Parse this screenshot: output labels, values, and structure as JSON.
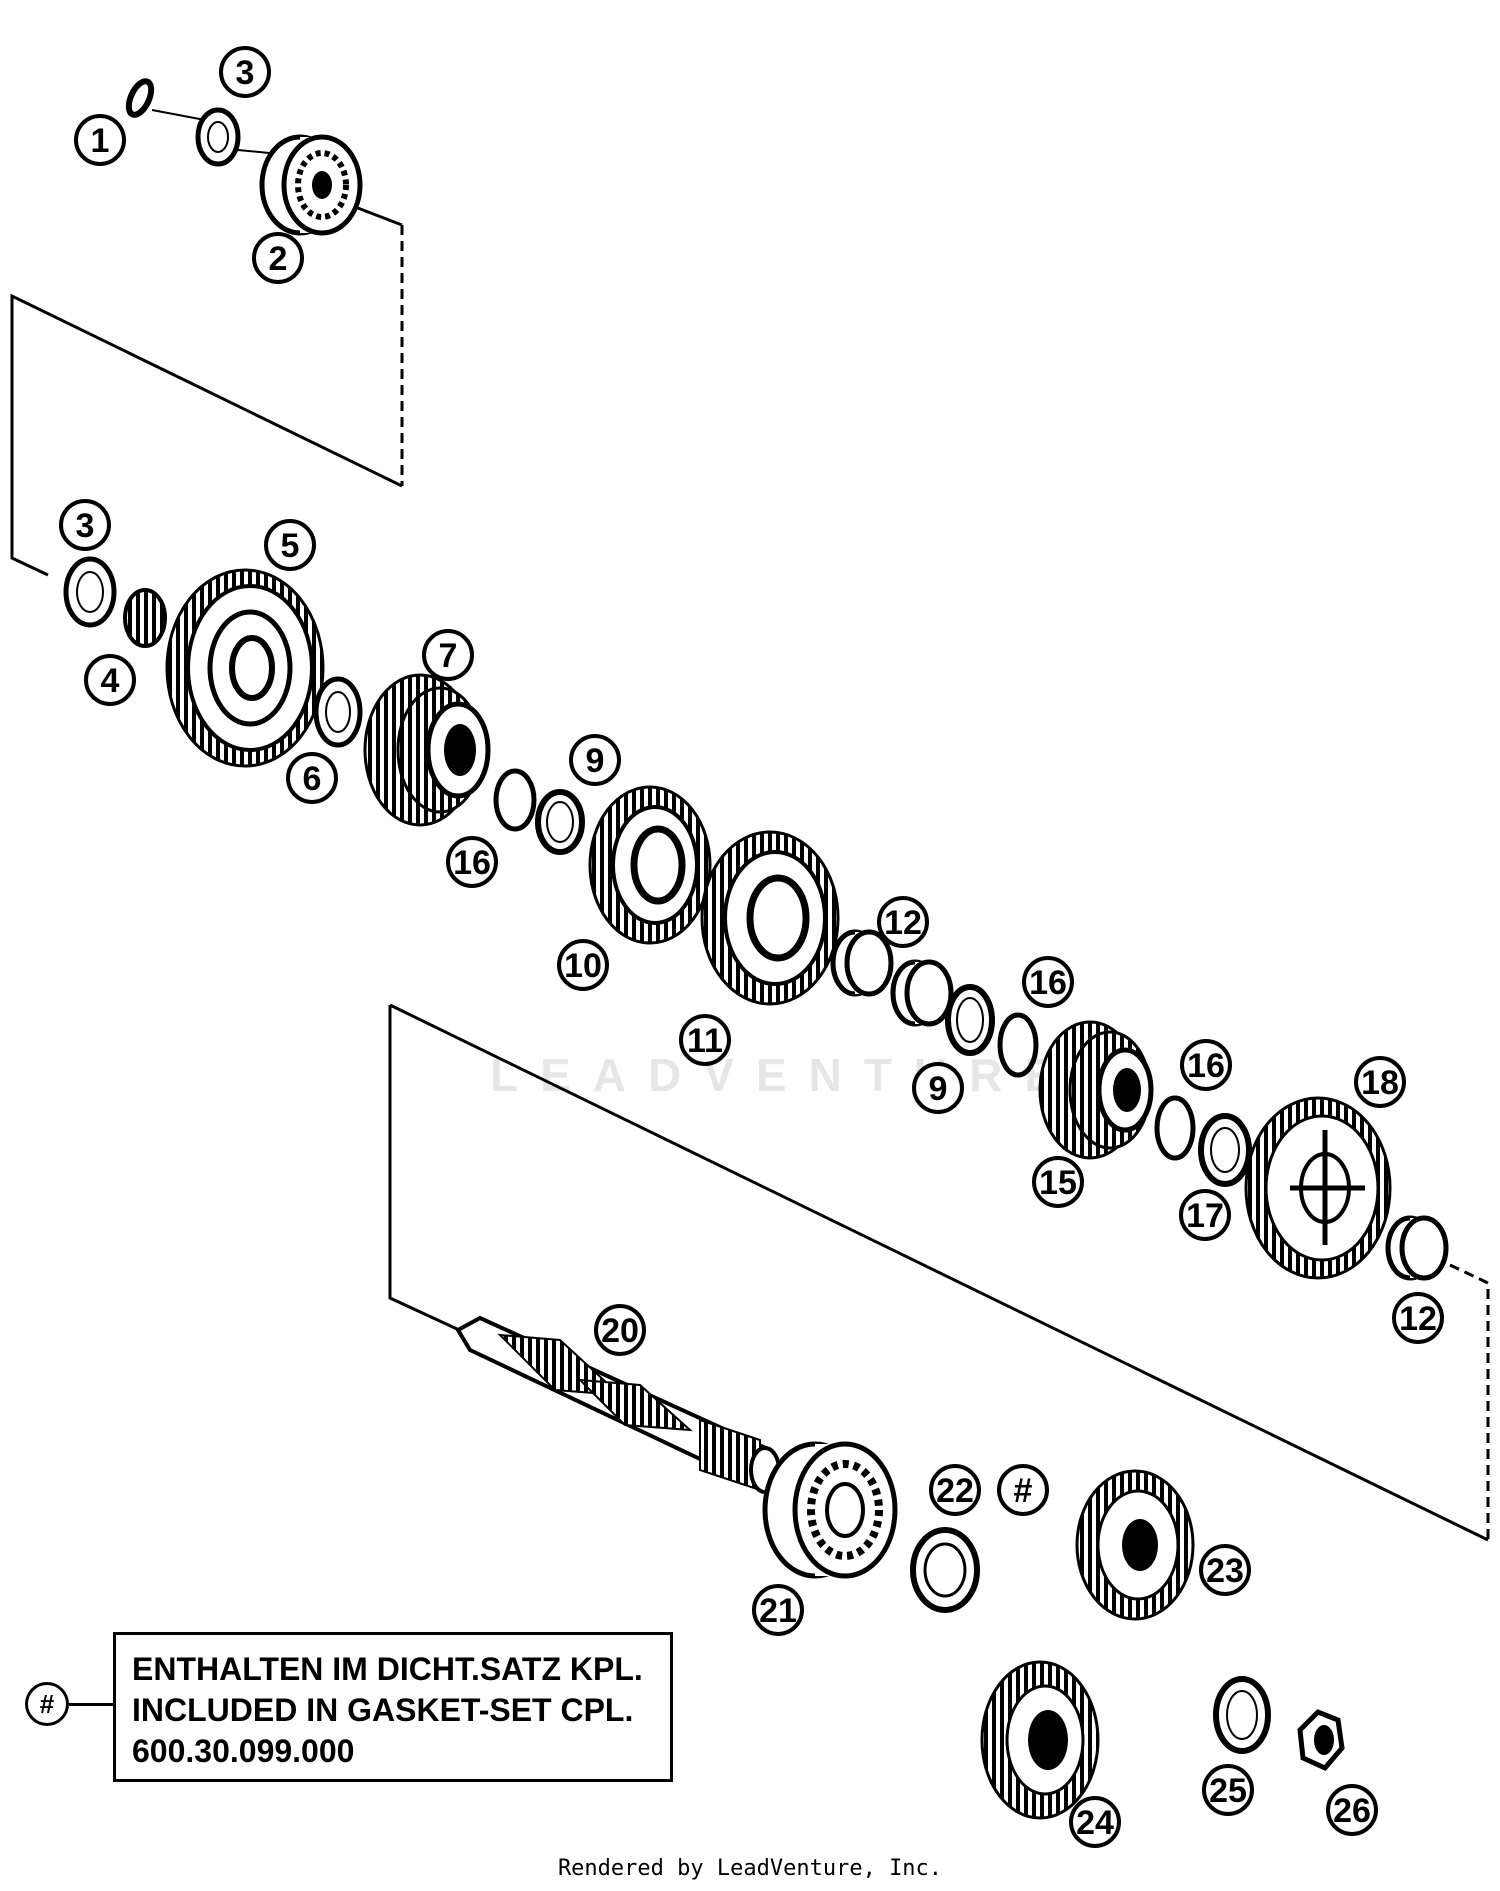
{
  "watermark": "LEADVENTURE",
  "footer": "Rendered by LeadVenture, Inc.",
  "note": {
    "symbol": "#",
    "lines": [
      "ENTHALTEN IM DICHT.SATZ KPL.",
      "INCLUDED IN GASKET-SET CPL.",
      "600.30.099.000"
    ]
  },
  "callouts": [
    "1",
    "2",
    "3",
    "3",
    "4",
    "5",
    "6",
    "7",
    "9",
    "9",
    "10",
    "11",
    "12",
    "12",
    "15",
    "16",
    "16",
    "16",
    "17",
    "18",
    "20",
    "21",
    "22",
    "#",
    "23",
    "24",
    "25",
    "26"
  ]
}
